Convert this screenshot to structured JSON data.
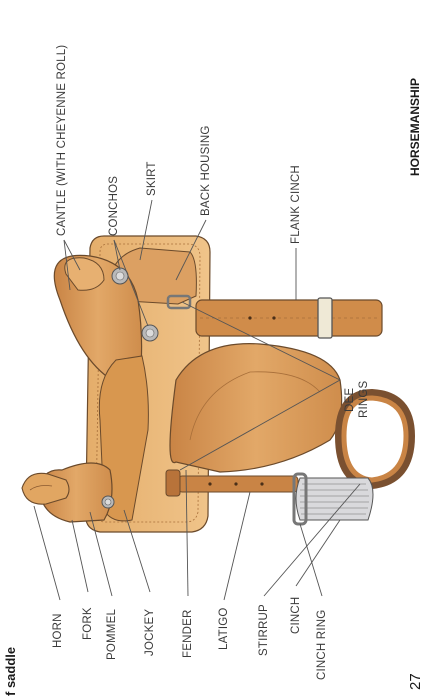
{
  "page": {
    "section_title": "f saddle",
    "book_title": "HORSEMANSHIP",
    "page_number": "27"
  },
  "labels": {
    "horn": "HORN",
    "fork": "FORK",
    "pommel": "POMMEL",
    "jockey": "JOCKEY",
    "fender": "FENDER",
    "latigo": "LATIGO",
    "stirrup": "STIRRUP",
    "cinch": "CINCH",
    "cinch_ring": "CINCH RING",
    "cantle": "CANTLE (WITH CHEYENNE ROLL)",
    "conchos": "CONCHOS",
    "skirt": "SKIRT",
    "back_housing": "BACK HOUSING",
    "flank_cinch": "FLANK CINCH",
    "dee_rings_1": "DEE",
    "dee_rings_2": "RINGS"
  },
  "colors": {
    "leather": "#d89a52",
    "leather_dark": "#b8733a",
    "leather_light": "#e8b673",
    "skirt": "#eab976",
    "line": "#4a3a2a",
    "metal": "#9a9a9a"
  }
}
